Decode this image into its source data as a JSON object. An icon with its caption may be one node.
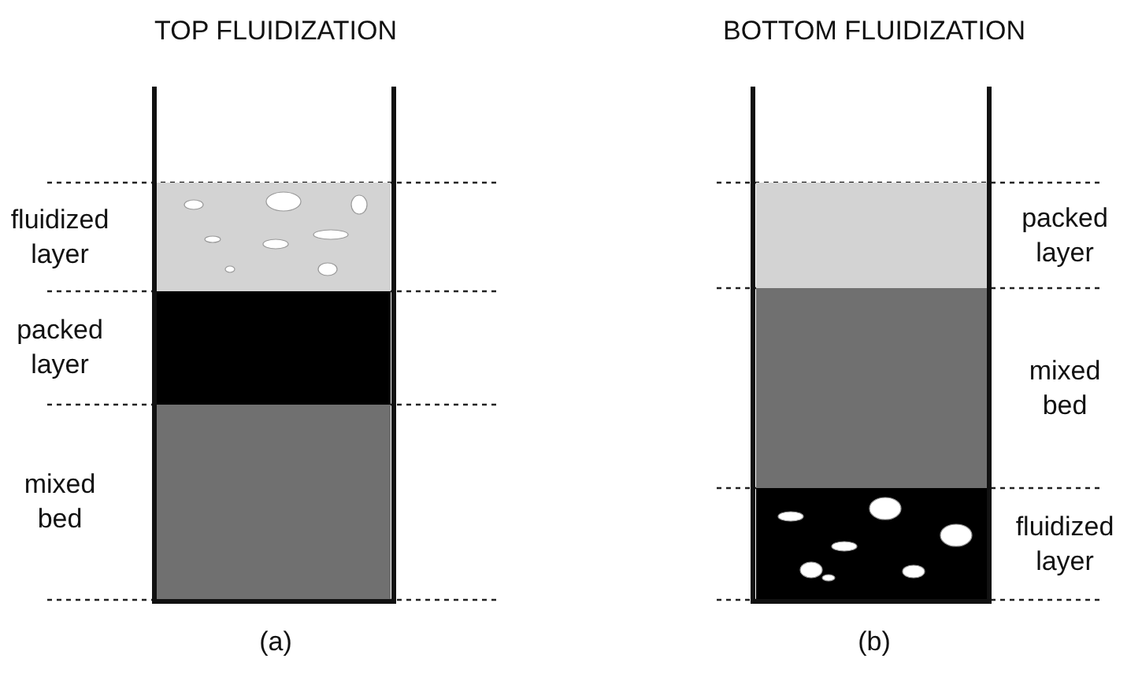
{
  "diagram": {
    "nodes": [
      {
        "text": [
          "TOP FLUIDIZATION",
          "(a)"
        ]
      },
      {
        "text": [
          "fluidized layer"
        ],
        "in": 0
      },
      {
        "text": [
          "packed layer"
        ],
        "in": 0
      },
      {
        "text": [
          "mixed bed"
        ],
        "in": 0
      },
      {
        "text": [
          "BOTTOM FLUIDIZATION",
          "(b)"
        ]
      },
      {
        "text": [
          "packed layer"
        ],
        "in": 4
      },
      {
        "text": [
          "mixed bed"
        ],
        "in": 4
      },
      {
        "text": [
          "fluidized layer"
        ],
        "in": 4
      }
    ]
  }
}
